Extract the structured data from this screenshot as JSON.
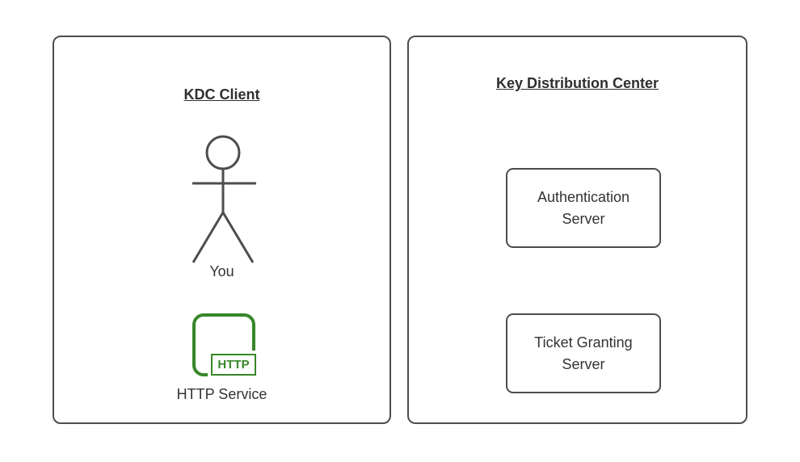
{
  "diagram": {
    "left_panel": {
      "title": "KDC Client",
      "actor_label": "You",
      "service_badge": "HTTP",
      "service_label": "HTTP Service"
    },
    "right_panel": {
      "title": "Key Distribution Center",
      "nodes": [
        {
          "label": "Authentication Server"
        },
        {
          "label": "Ticket Granting Server"
        }
      ]
    },
    "colors": {
      "shape_border": "#4d4d4d",
      "text": "#333333",
      "accent_green": "#378728",
      "background": "#ffffff"
    }
  }
}
